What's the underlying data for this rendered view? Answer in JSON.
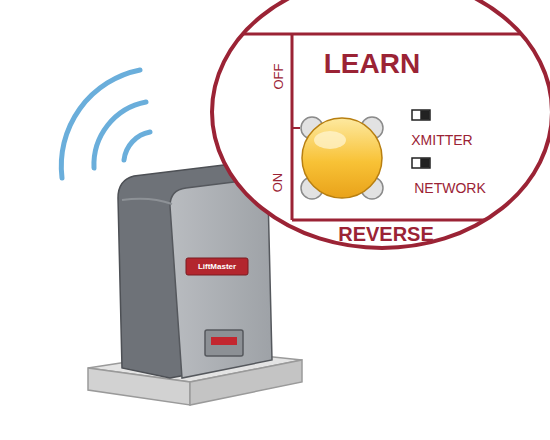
{
  "diagram": {
    "labels": [
      "LEARN",
      "OFF",
      "ON",
      "XMITTER",
      "NETWORK",
      "REVERSE",
      "LiftMaster"
    ]
  }
}
